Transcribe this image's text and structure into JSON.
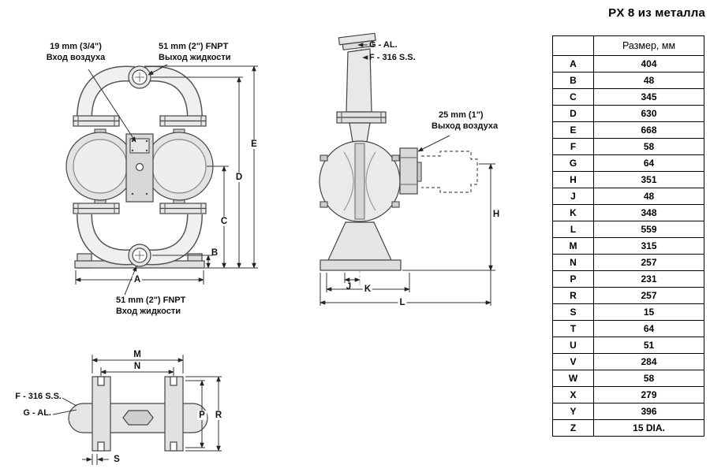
{
  "title": "PX 8 из металла",
  "table": {
    "size_header": "Размер, мм",
    "rows": [
      {
        "letter": "A",
        "value": "404"
      },
      {
        "letter": "B",
        "value": "48"
      },
      {
        "letter": "C",
        "value": "345"
      },
      {
        "letter": "D",
        "value": "630"
      },
      {
        "letter": "E",
        "value": "668"
      },
      {
        "letter": "F",
        "value": "58"
      },
      {
        "letter": "G",
        "value": "64"
      },
      {
        "letter": "H",
        "value": "351"
      },
      {
        "letter": "J",
        "value": "48"
      },
      {
        "letter": "K",
        "value": "348"
      },
      {
        "letter": "L",
        "value": "559"
      },
      {
        "letter": "M",
        "value": "315"
      },
      {
        "letter": "N",
        "value": "257"
      },
      {
        "letter": "P",
        "value": "231"
      },
      {
        "letter": "R",
        "value": "257"
      },
      {
        "letter": "S",
        "value": "15"
      },
      {
        "letter": "T",
        "value": "64"
      },
      {
        "letter": "U",
        "value": "51"
      },
      {
        "letter": "V",
        "value": "284"
      },
      {
        "letter": "W",
        "value": "58"
      },
      {
        "letter": "X",
        "value": "279"
      },
      {
        "letter": "Y",
        "value": "396"
      },
      {
        "letter": "Z",
        "value": "15 DIA."
      }
    ]
  },
  "front": {
    "air_inlet_size": "19 mm (3/4\")",
    "air_inlet_label": "Вход воздуха",
    "fluid_outlet_size": "51 mm (2\") FNPT",
    "fluid_outlet_label": "Выход жидкости",
    "fluid_inlet_size": "51 mm (2\") FNPT",
    "fluid_inlet_label": "Вход жидкости",
    "dim_a": "A",
    "dim_b": "B",
    "dim_c": "C",
    "dim_d": "D",
    "dim_e": "E"
  },
  "side": {
    "material_g": "G - AL.",
    "material_f": "F - 316 S.S.",
    "air_exhaust_size": "25 mm (1\")",
    "air_exhaust_label": "Выход воздуха",
    "dim_h": "H",
    "dim_j": "J",
    "dim_k": "K",
    "dim_l": "L"
  },
  "bottom": {
    "material_f": "F - 316 S.S.",
    "material_g": "G - AL.",
    "dim_m": "M",
    "dim_n": "N",
    "dim_p": "P",
    "dim_r": "R",
    "dim_s": "S"
  }
}
